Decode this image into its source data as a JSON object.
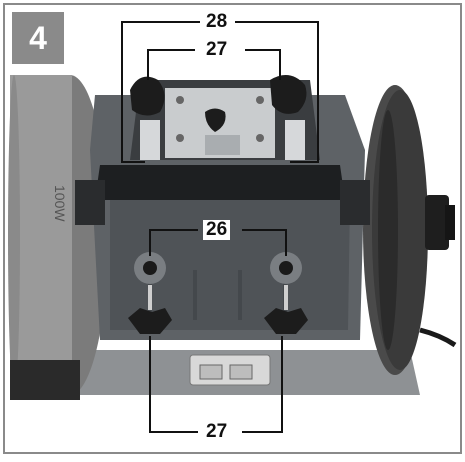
{
  "figure": {
    "number": "4",
    "wheel_marking": "100W"
  },
  "callouts": {
    "top_outer": "28",
    "top_inner": "27",
    "middle": "26",
    "bottom": "27"
  },
  "colors": {
    "frame": "#8a8a8a",
    "housing": "#5e6266",
    "housing_dark": "#2a2c2e",
    "stone_left": "#8f8f8f",
    "stone_right": "#3a3a3a",
    "metal_plate": "#c9ccce",
    "knob": "#1c1c1c",
    "leader": "#111111"
  },
  "icons": {
    "knob": "star-knob-icon",
    "lever": "clamp-lever-icon",
    "bore": "threaded-bore-icon"
  }
}
